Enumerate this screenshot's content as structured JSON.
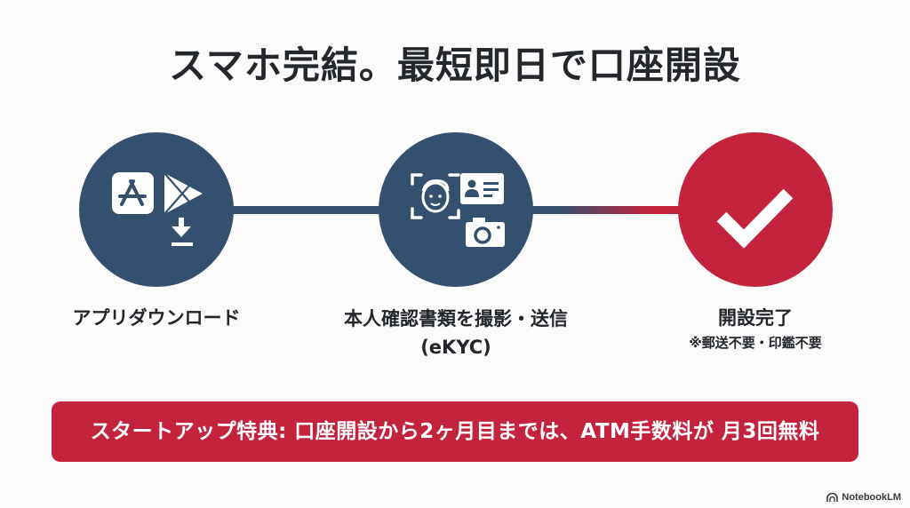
{
  "slide": {
    "title": "スマホ完結。最短即日で口座開設",
    "colors": {
      "navy": "#34506e",
      "red": "#c3233d",
      "text": "#23272c",
      "background": "#fbfbfb"
    },
    "steps": [
      {
        "icon": "app-store-download-icon",
        "label": "アプリダウンロード",
        "color": "#34506e"
      },
      {
        "icon": "ekyc-face-id-camera-icon",
        "label": "本人確認書類を撮影・送信",
        "label_line2": "(eKYC)",
        "color": "#34506e"
      },
      {
        "icon": "checkmark-icon",
        "label": "開設完了",
        "note": "※郵送不要・印鑑不要",
        "color": "#c3233d"
      }
    ],
    "banner": {
      "text": "スタートアップ特典: 口座開設から2ヶ月目までは、ATM手数料が 月3回無料"
    },
    "brand": {
      "name": "NotebookLM"
    }
  }
}
